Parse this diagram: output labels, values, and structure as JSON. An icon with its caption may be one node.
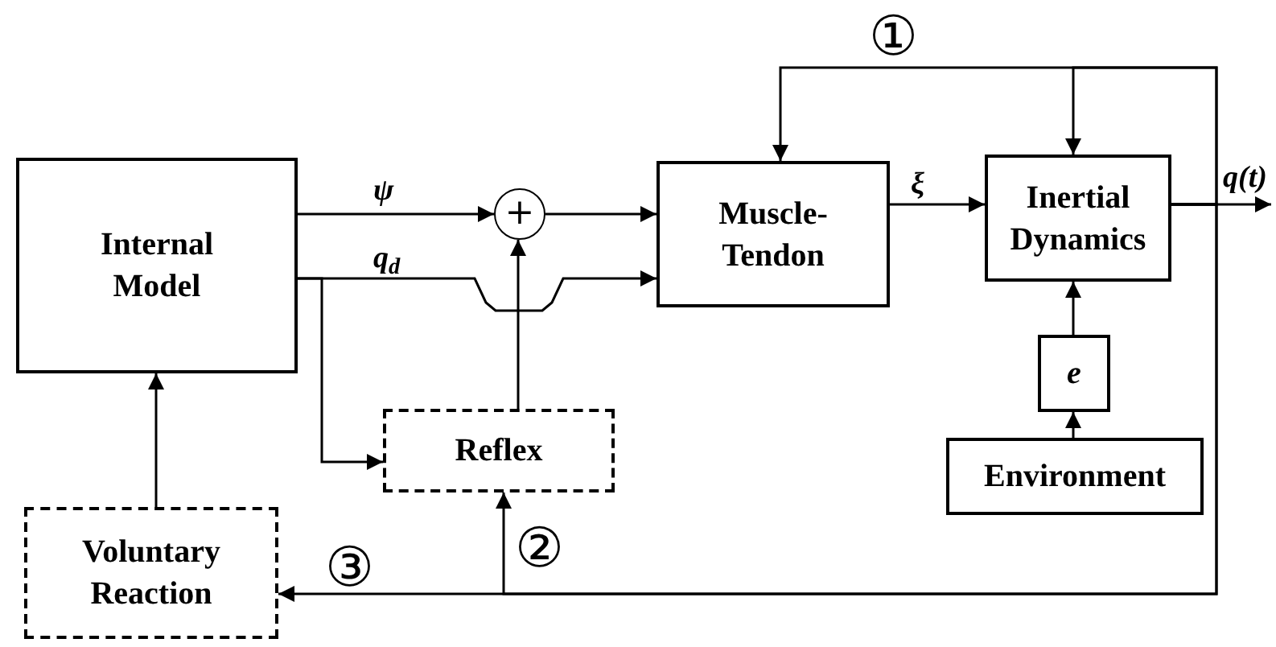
{
  "diagram": {
    "nodes": [
      {
        "text": [
          "Internal Model"
        ]
      },
      {
        "text": [
          "+"
        ]
      },
      {
        "text": [
          "Muscle-Tendon"
        ]
      },
      {
        "text": [
          "Inertial Dynamics"
        ]
      },
      {
        "text": [
          "Reflex"
        ]
      },
      {
        "text": [
          "e"
        ]
      },
      {
        "text": [
          "Environment"
        ]
      },
      {
        "text": [
          "Voluntary Reaction"
        ]
      }
    ],
    "edges": [
      {
        "from": 0,
        "to": 1,
        "arrow": "to",
        "label": "ψ"
      },
      {
        "from": 1,
        "to": 2,
        "arrow": "to"
      },
      {
        "from": 0,
        "to": 2,
        "arrow": "to",
        "label": "q$_{d}$"
      },
      {
        "from": 0,
        "to": 4,
        "arrow": "to"
      },
      {
        "from": 4,
        "to": 1,
        "arrow": "to"
      },
      {
        "from": 2,
        "to": 3,
        "arrow": "to",
        "label": "ξ"
      },
      {
        "from": 3,
        "to": null,
        "arrow": "to",
        "label": "q(t)"
      },
      {
        "from": 3,
        "to": 2,
        "arrow": "to"
      },
      {
        "from": 3,
        "to": 3,
        "arrow": "to"
      },
      {
        "from": 3,
        "to": 4,
        "arrow": "to"
      },
      {
        "from": 3,
        "to": 7,
        "arrow": "to"
      },
      {
        "from": 5,
        "to": 3,
        "arrow": "to"
      },
      {
        "from": 6,
        "to": 5,
        "arrow": "to"
      },
      {
        "from": 7,
        "to": 0,
        "arrow": "to"
      }
    ],
    "labels": [
      "①",
      "②",
      "③"
    ]
  }
}
